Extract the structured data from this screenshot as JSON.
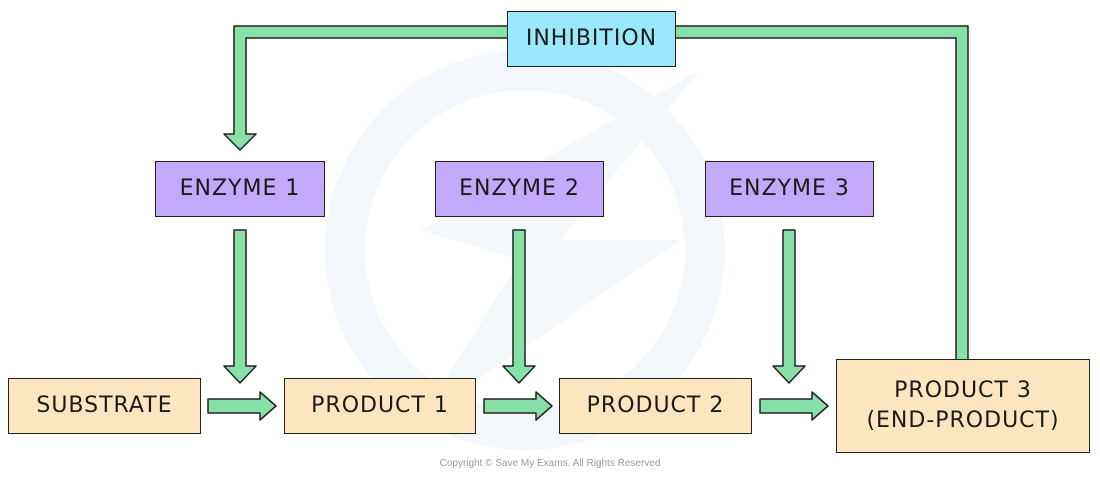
{
  "diagram": {
    "title": "End-product inhibition pathway",
    "inhibition_label": "INHIBITION",
    "enzymes": [
      "ENZYME 1",
      "ENZYME 2",
      "ENZYME 3"
    ],
    "chain": [
      "SUBSTRATE",
      "PRODUCT 1",
      "PRODUCT 2",
      "PRODUCT 3\n(END-PRODUCT)"
    ],
    "colors": {
      "inhibition_box": "#99e8fb",
      "enzyme_box": "#c3a9f9",
      "product_box": "#fde6bf",
      "arrow_fill": "#86e0a8",
      "outline": "#222222",
      "watermark": "#f3f7fb"
    }
  },
  "footer": {
    "copyright": "Copyright © Save My Exams. All Rights Reserved"
  }
}
